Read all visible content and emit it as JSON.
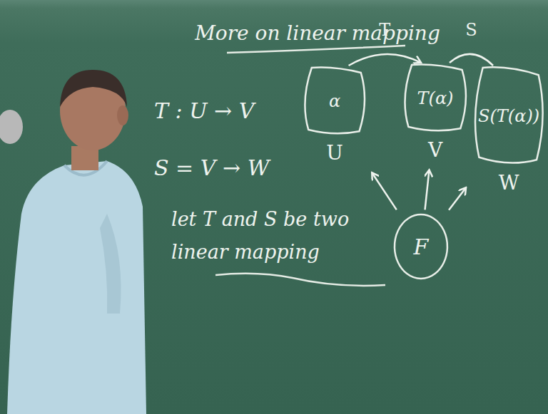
{
  "diagram": {
    "title": "More on linear mapping",
    "nodes": [
      {
        "text": [
          "α",
          "U"
        ]
      },
      {
        "text": [
          "T(α)",
          "V"
        ]
      },
      {
        "text": [
          "S(T(α))",
          "W"
        ]
      },
      {
        "text": [
          "F"
        ]
      }
    ],
    "edges": [
      {
        "from": 0,
        "to": 1,
        "label": "T",
        "arrow": "to"
      },
      {
        "from": 1,
        "to": 2,
        "label": "S",
        "arrow": "none"
      },
      {
        "from": 3,
        "to": 0,
        "arrow": "to"
      },
      {
        "from": 3,
        "to": 1,
        "arrow": "to"
      },
      {
        "from": 3,
        "to": 2,
        "arrow": "to"
      }
    ],
    "labels": [
      "T : U → V",
      "S = V → W",
      "let T and S be two linear mapping"
    ]
  }
}
